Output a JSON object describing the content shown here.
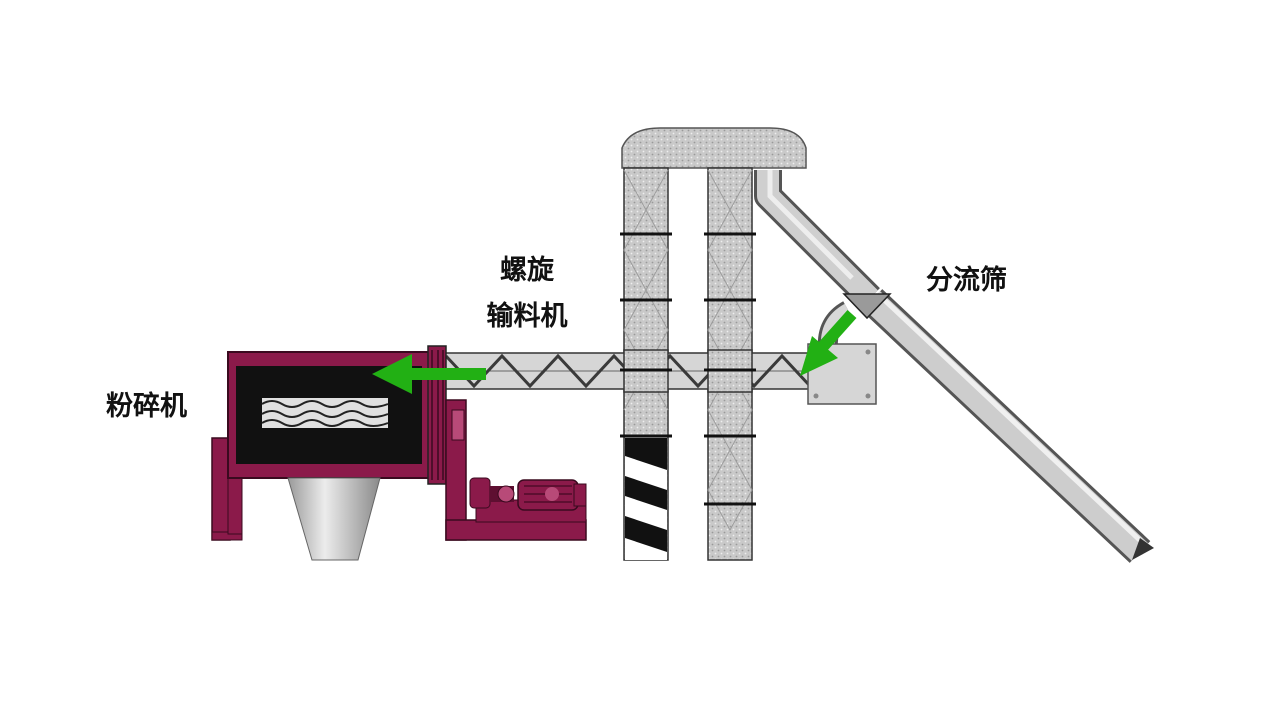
{
  "labels": {
    "crusher": "粉碎机",
    "screw_line1": "螺旋",
    "screw_line2": "输料机",
    "splitter": "分流筛"
  },
  "colors": {
    "machine": "#8b1a4a",
    "machine_dark": "#5e0f31",
    "pipe": "#c2c2c2",
    "pipe_edge": "#6e6e6e",
    "arrow": "#22b014",
    "chamber": "#111111"
  },
  "icons": {
    "flow_arrow": "green-arrow-icon"
  }
}
